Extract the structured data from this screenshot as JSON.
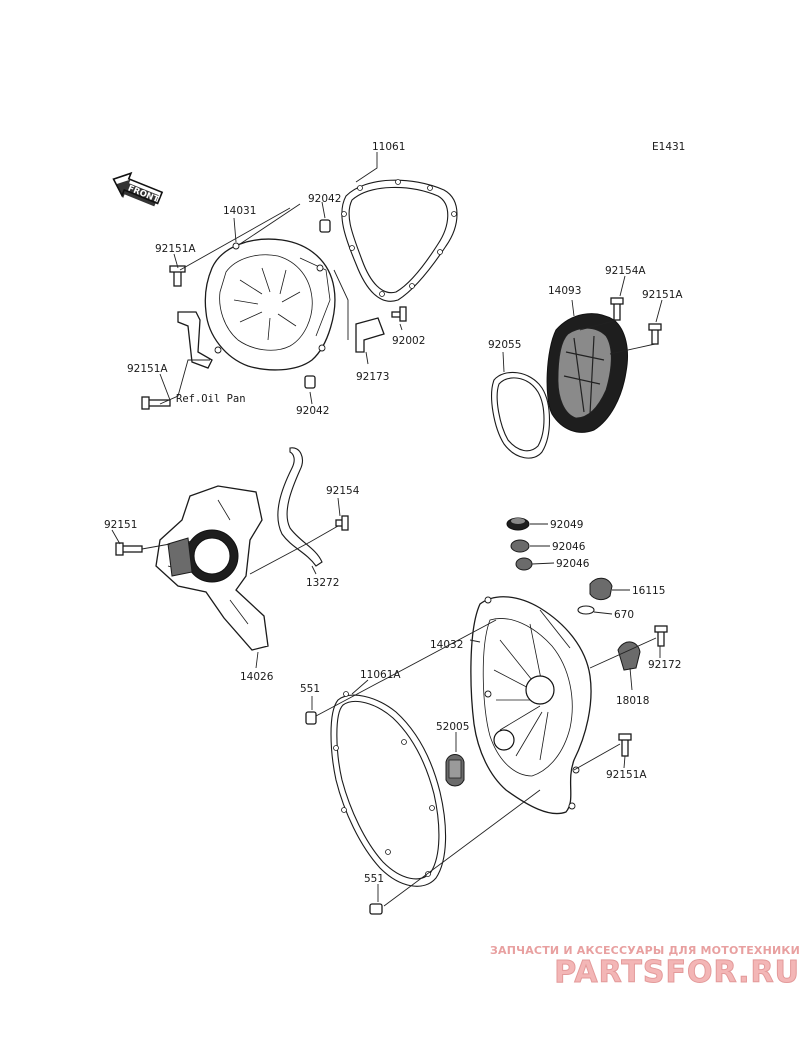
{
  "diagram": {
    "code": "E1431",
    "front_label": "FRONT",
    "ref_oil_pan": "Ref.Oil Pan",
    "labels": {
      "p11061": "11061",
      "p14031": "14031",
      "p92042a": "92042",
      "p92151a_1": "92151A",
      "p92151a_2": "92151A",
      "p92002": "92002",
      "p92173": "92173",
      "p92042b": "92042",
      "p14093": "14093",
      "p92154a": "92154A",
      "p92151a_3": "92151A",
      "p92055": "92055",
      "p92151": "92151",
      "p92154": "92154",
      "p13272": "13272",
      "p14026": "14026",
      "p92049": "92049",
      "p92046a": "92046",
      "p92046b": "92046",
      "p16115": "16115",
      "p670": "670",
      "p14032": "14032",
      "p92172": "92172",
      "p18018": "18018",
      "p551a": "551",
      "p11061a": "11061A",
      "p52005": "52005",
      "p92151a_4": "92151A",
      "p551b": "551"
    }
  },
  "watermark": {
    "tagline": "ЗАПЧАСТИ И АКСЕССУАРЫ ДЛЯ МОТОТЕХНИКИ",
    "logo": "PARTSFOR.RU",
    "color": "#f3b6b6"
  }
}
